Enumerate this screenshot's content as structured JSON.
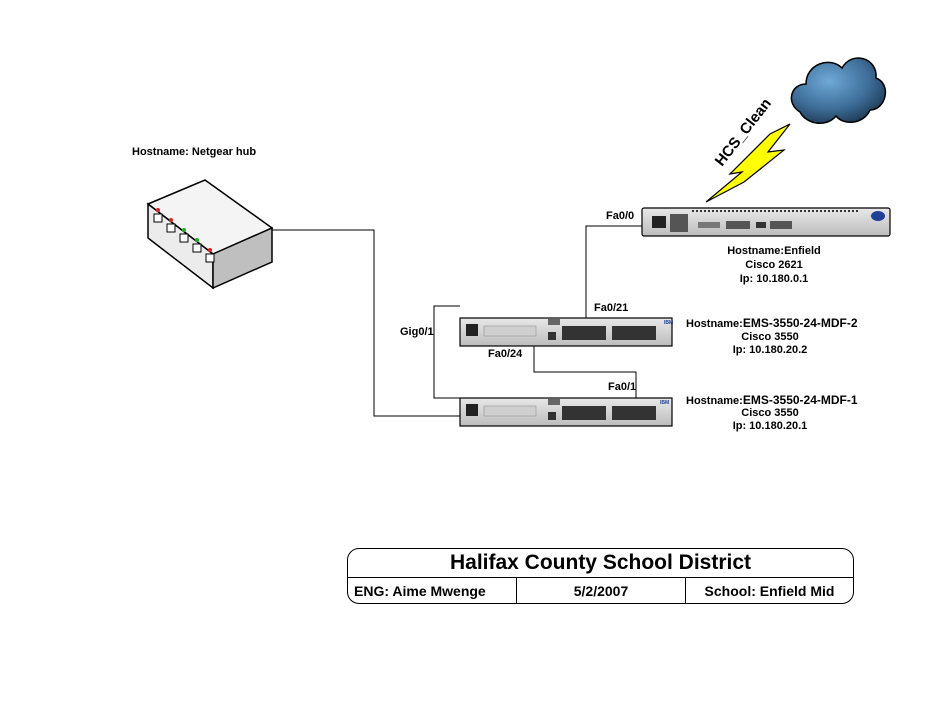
{
  "hub": {
    "hostname_label": "Hostname: Netgear hub"
  },
  "router": {
    "port_label": "Fa0/0",
    "hostname_label": "Hostname:Enfield",
    "model": "Cisco 2621",
    "ip": "Ip: 10.180.0.1",
    "cloud_link_label": "HCS_Clean"
  },
  "switch_mdf2": {
    "port_up_label": "Fa0/21",
    "port_down_label": "Fa0/24",
    "hostname_prefix": "Hostname:",
    "hostname_value": "EMS-3550-24-MDF-2",
    "model": "Cisco 3550",
    "ip": "Ip: 10.180.20.2",
    "brand": "IBM"
  },
  "switch_mdf1": {
    "port_label": "Fa0/1",
    "gig_port_label": "Gig0/1",
    "hostname_prefix": "Hostname:",
    "hostname_value": "EMS-3550-24-MDF-1",
    "model": "Cisco 3550",
    "ip": "Ip: 10.180.20.1",
    "brand": "IBM"
  },
  "title_block": {
    "title": "Halifax County School District",
    "engineer": "ENG: Aime Mwenge",
    "date": "5/2/2007",
    "school": "School: Enfield Mid"
  },
  "colors": {
    "cloud": "#3f6f9a",
    "lightning": "#ffff00",
    "device_body": "#d9d9d9",
    "line": "#000000"
  }
}
